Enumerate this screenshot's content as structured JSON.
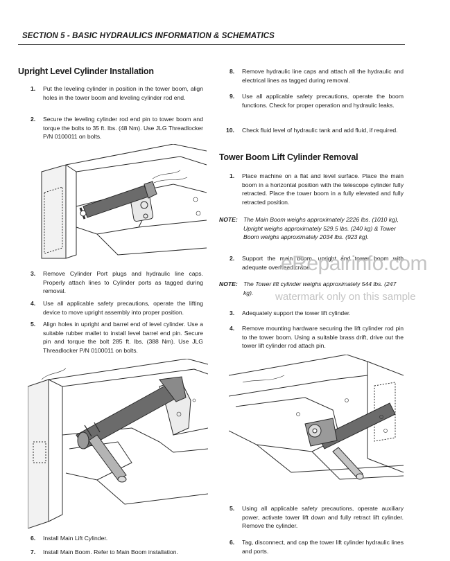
{
  "header": {
    "title": "SECTION 5 - BASIC HYDRAULICS INFORMATION & SCHEMATICS"
  },
  "left": {
    "heading": "Upright Level Cylinder Installation",
    "steps": [
      {
        "num": "1.",
        "text": "Put the leveling cylinder in position in the tower boom, align holes in the tower boom and leveling cylinder rod end."
      },
      {
        "num": "2.",
        "text": "Secure the leveling cylinder rod end pin to tower boom and torque the bolts to 35 ft. lbs. (48 Nm). Use JLG Threadlocker P/N 0100011 on bolts."
      },
      {
        "num": "3.",
        "text": "Remove Cylinder Port plugs and hydraulic line caps. Properly attach lines to Cylinder ports as tagged during removal."
      },
      {
        "num": "4.",
        "text": "Use all applicable safety precautions, operate the lifting device to move upright assembly into proper position."
      },
      {
        "num": "5.",
        "text": "Align holes in upright and barrel end of level cylinder. Use a suitable rubber mallet to install level barrel end pin. Secure pin and torque the bolt 285 ft. lbs. (388 Nm). Use JLG Threadlocker P/N 0100011 on bolts."
      },
      {
        "num": "6.",
        "text": "Install Main Lift Cylinder."
      },
      {
        "num": "7.",
        "text": "Install Main Boom. Refer to Main Boom installation."
      }
    ]
  },
  "right": {
    "steps_top": [
      {
        "num": "8.",
        "text": "Remove hydraulic line caps and attach all the hydraulic and electrical lines as tagged during removal."
      },
      {
        "num": "9.",
        "text": "Use all applicable safety precautions, operate the boom functions. Check for proper operation and hydraulic leaks."
      },
      {
        "num": "10.",
        "text": "Check fluid level of hydraulic tank and add fluid, if required."
      }
    ],
    "heading": "Tower Boom Lift Cylinder Removal",
    "steps": [
      {
        "num": "1.",
        "text": "Place machine on a flat and level surface. Place the main boom in a horizontal position with the telescope cylinder fully retracted. Place the tower boom in a fully elevated and fully retracted position."
      },
      {
        "num": "2.",
        "text": "Support the main boom, upright and tower boom with adequate overhead crane."
      },
      {
        "num": "3.",
        "text": "Adequately support the tower lift cylinder."
      },
      {
        "num": "4.",
        "text": "Remove mounting hardware securing the lift cylinder rod pin to the tower boom. Using a suitable brass drift, drive out the tower lift cylinder rod attach pin."
      },
      {
        "num": "5.",
        "text": "Using all applicable safety precautions, operate auxiliary power, activate tower lift down and fully retract lift cylinder. Remove the cylinder."
      },
      {
        "num": "6.",
        "text": "Tag, disconnect, and cap the tower lift cylinder hydraulic lines and ports."
      }
    ],
    "notes": [
      {
        "label": "NOTE:",
        "text": "The Main Boom weighs approximately 2226 lbs. (1010 kg), Upright weighs approximately 529.5 lbs. (240 kg) & Tower Boom weighs approximately 2034 lbs. (923 kg)."
      },
      {
        "label": "NOTE:",
        "text": "The Tower lift cylinder weighs approximately 544 lbs. (247 kg)."
      }
    ]
  },
  "watermark": {
    "line1": "eRepairinfo.com",
    "line2": "watermark only on this sample"
  },
  "colors": {
    "line": "#2a2a2a",
    "cylinder": "#6b6b6b",
    "text": "#1a1a1a",
    "watermark": "#c4c4c4"
  }
}
